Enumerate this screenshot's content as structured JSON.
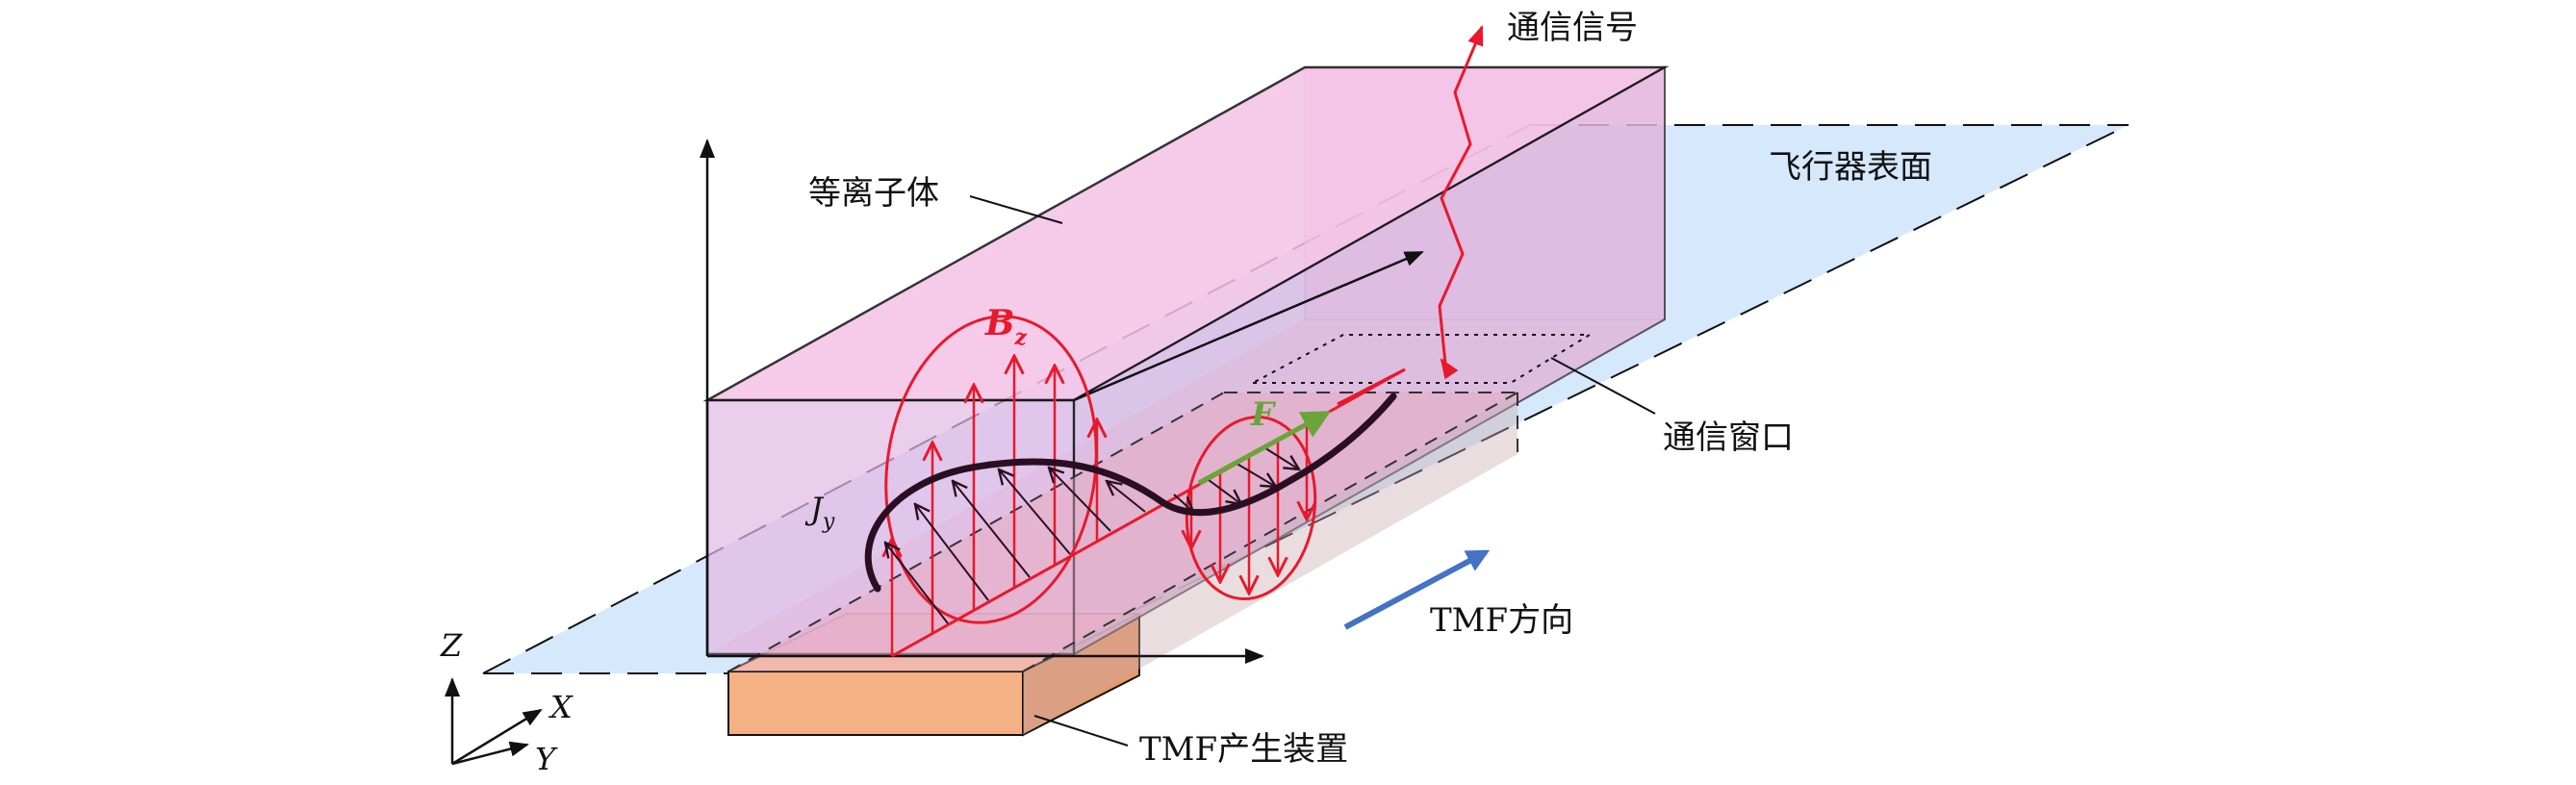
{
  "labels": {
    "plasma": "等离子体",
    "aircraft_surface": "飞行器表面",
    "comm_signal": "通信信号",
    "comm_window": "通信窗口",
    "tmf_direction": "TMF方向",
    "tmf_device": "TMF产生装置",
    "bz_main": "B",
    "bz_sub": "z",
    "jy_main": "J",
    "jy_sub": "y",
    "force": "F",
    "axis_z": "Z",
    "axis_x": "X",
    "axis_y": "Y"
  },
  "colors": {
    "plasma_fill": "#f2b8e0",
    "plasma_stroke": "#1a1a1a",
    "surface_fill": "#d6e8fb",
    "device_fill": "#f4b184",
    "field_red": "#e8192c",
    "current_dark": "#2a0f22",
    "force_green": "#6aa53a",
    "direction_blue": "#4472c4"
  }
}
